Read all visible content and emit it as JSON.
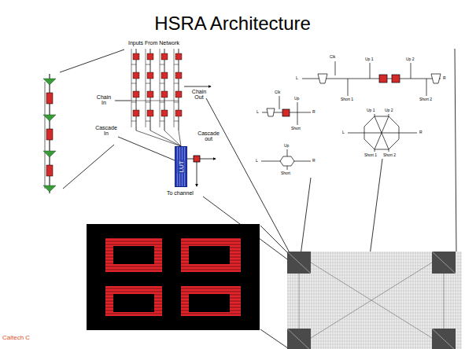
{
  "diagram": {
    "title": "HSRA Architecture",
    "nodes": [
      {
        "text": [
          "LUT"
        ]
      }
    ],
    "labels": [
      "Inputs From Network",
      "Chain In",
      "Chain Out",
      "Cascade In",
      "Cascade out",
      "To channel",
      "Caltech C",
      "Clk",
      "L",
      "R",
      "Up 1",
      "Up 2",
      "Short 1",
      "Short 2",
      "L",
      "R",
      "Up 1",
      "Up 2",
      "Short 1",
      "Short 2",
      "Clk",
      "L",
      "R",
      "Up",
      "Short",
      "Up",
      "L",
      "R",
      "Short"
    ]
  }
}
